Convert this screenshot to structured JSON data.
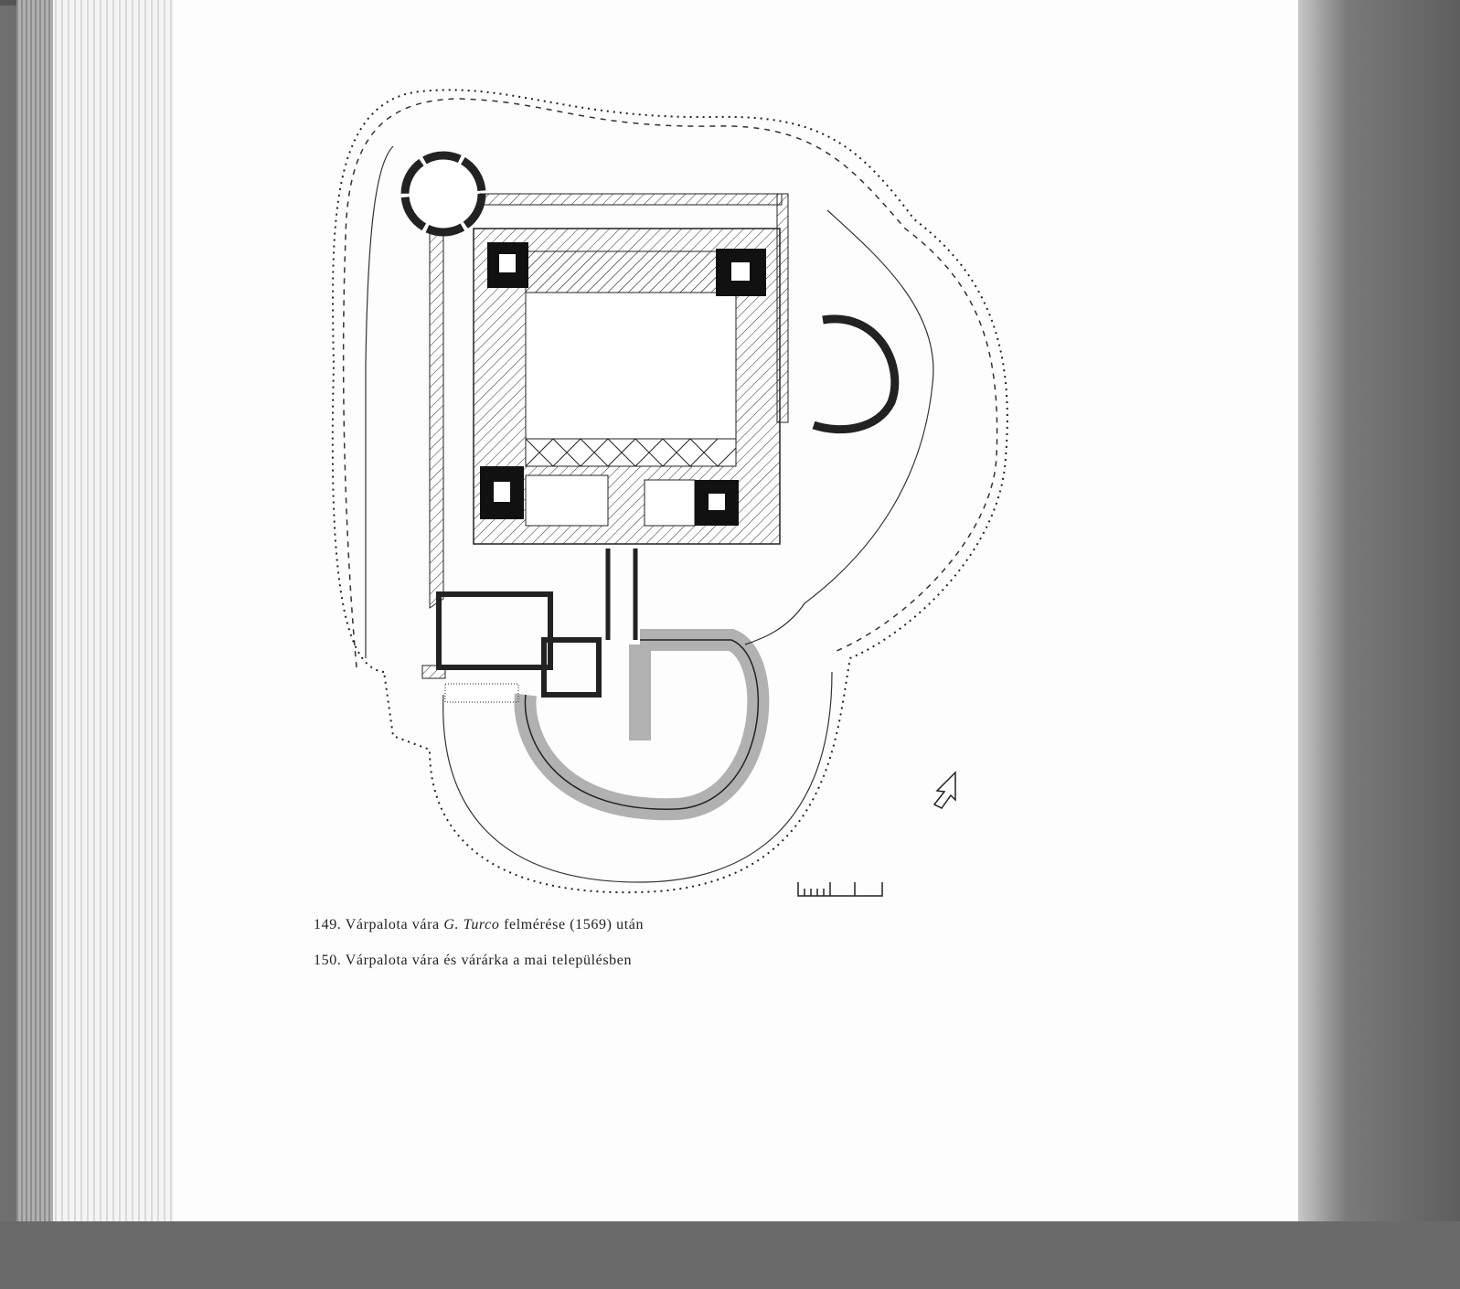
{
  "captions": [
    {
      "number": "149.",
      "text_before": "Várpalota vára",
      "italic": "G. Turco",
      "text_after": "felmérése (1569) után"
    },
    {
      "number": "150.",
      "text": "Várpalota vára és várárka a mai településben"
    }
  ],
  "icons": [
    "north-arrow-icon",
    "scale-bar-icon"
  ]
}
